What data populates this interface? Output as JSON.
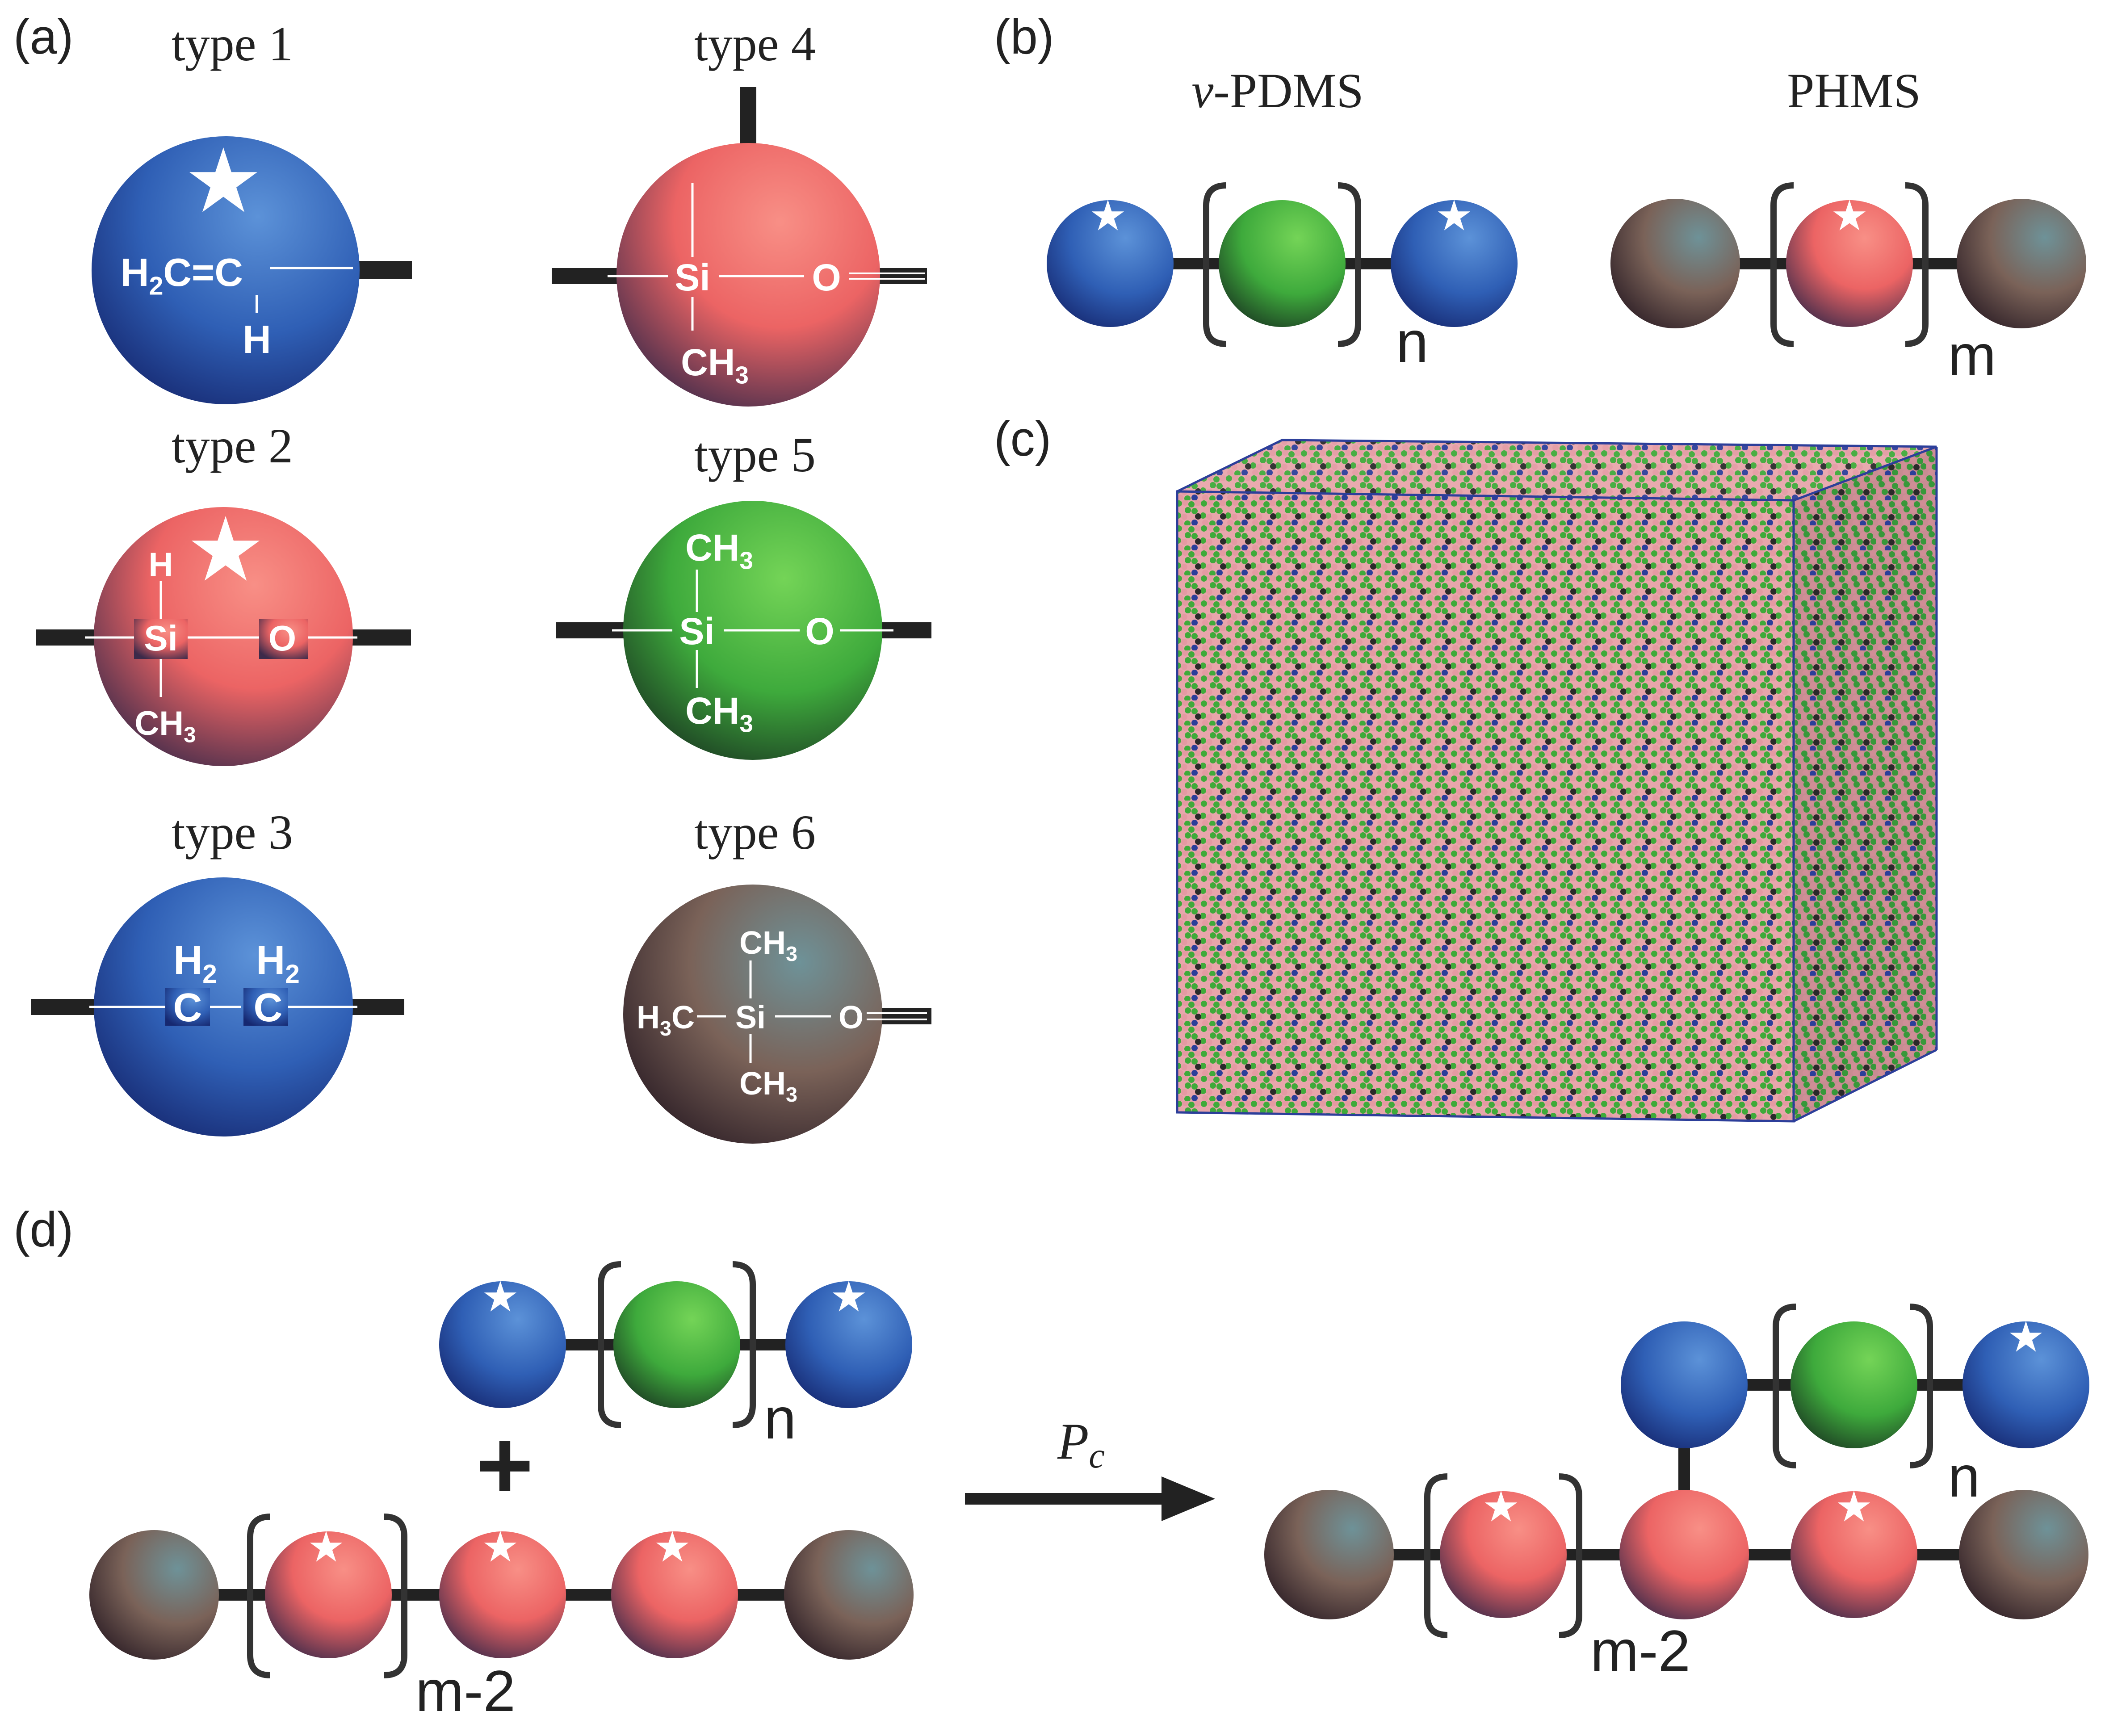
{
  "panels": {
    "a": {
      "label": "(a)"
    },
    "b": {
      "label": "(b)"
    },
    "c": {
      "label": "(c)"
    },
    "d": {
      "label": "(d)"
    }
  },
  "bead_types": [
    {
      "title": "type 1",
      "color": "blue",
      "has_star": true,
      "formula": {
        "vinyl_main": "H2C=C",
        "h_below": "H"
      }
    },
    {
      "title": "type 2",
      "color": "red",
      "has_star": true,
      "formula": {
        "si": "Si",
        "o": "O",
        "top": "H",
        "bottom": "CH3"
      }
    },
    {
      "title": "type 3",
      "color": "blue",
      "has_star": false,
      "formula": {
        "h2_left": "H2",
        "h2_right": "H2",
        "c_left": "C",
        "c_right": "C"
      }
    },
    {
      "title": "type 4",
      "color": "red",
      "has_star": false,
      "formula": {
        "si": "Si",
        "o": "O",
        "bottom": "CH3"
      }
    },
    {
      "title": "type 5",
      "color": "green",
      "has_star": false,
      "formula": {
        "si": "Si",
        "o": "O",
        "top": "CH3",
        "bottom": "CH3"
      }
    },
    {
      "title": "type 6",
      "color": "brown",
      "has_star": false,
      "formula": {
        "si": "Si",
        "o": "O",
        "top": "CH3",
        "bottom": "CH3",
        "left": "H3C"
      }
    }
  ],
  "polymers": {
    "vpdms": {
      "name_italic": "v",
      "name_rest": "-PDMS",
      "repeat": "n"
    },
    "phms": {
      "name": "PHMS",
      "repeat": "m"
    }
  },
  "reaction": {
    "plus": "+",
    "arrow_label": "P",
    "arrow_label_sub": "c",
    "repeat_n": "n",
    "repeat_m2": "m-2"
  },
  "colors": {
    "blue": "#3f6fc0",
    "red": "#f2716b",
    "green": "#5fc24a",
    "brown": "#7a6a60",
    "bond": "#222222",
    "bead_pink": "#e8a6ac",
    "bead_green": "#3fb03c"
  }
}
